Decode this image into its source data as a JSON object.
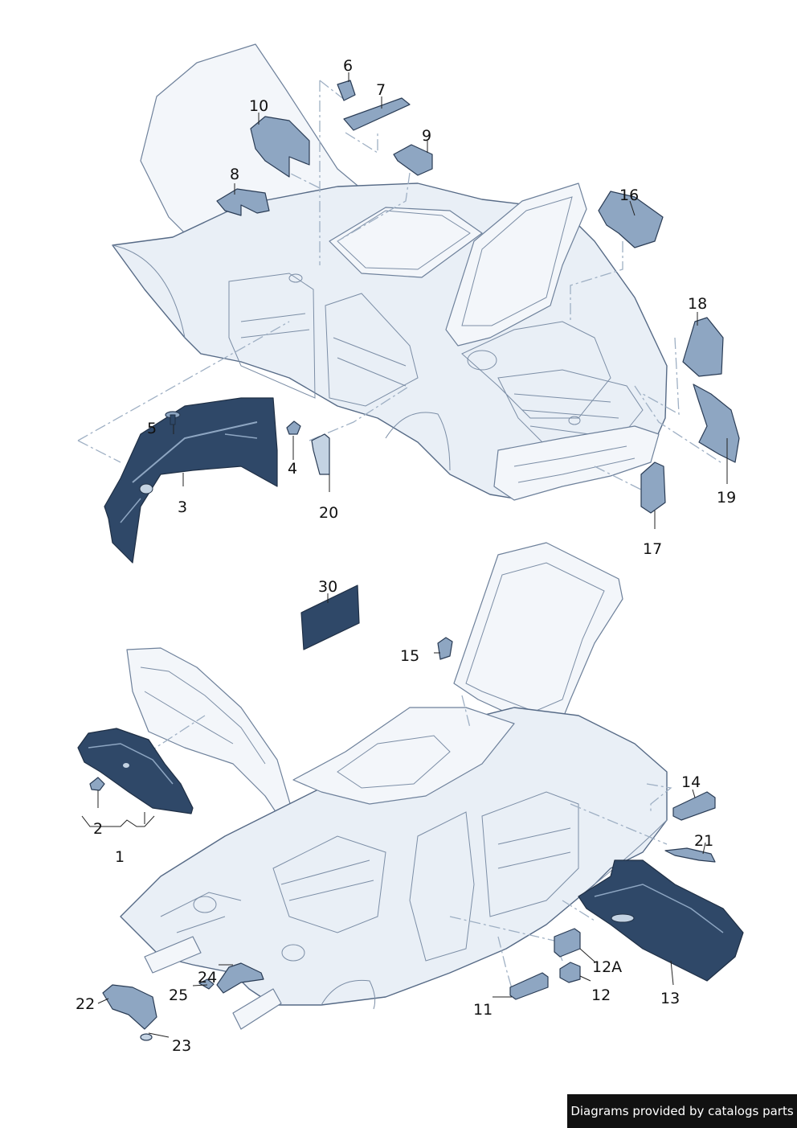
{
  "callouts": {
    "c1": "1",
    "c2": "2",
    "c3": "3",
    "c4": "4",
    "c5": "5",
    "c6": "6",
    "c7": "7",
    "c8": "8",
    "c9": "9",
    "c10": "10",
    "c11": "11",
    "c12": "12",
    "c12a": "12A",
    "c13": "13",
    "c14": "14",
    "c15": "15",
    "c16": "16",
    "c17": "17",
    "c18": "18",
    "c19": "19",
    "c20": "20",
    "c21": "21",
    "c22": "22",
    "c23": "23",
    "c24": "24",
    "c25": "25",
    "c30": "30"
  },
  "footer": {
    "text": "Diagrams provided by catalogs parts"
  },
  "colors": {
    "background": "#ffffff",
    "body_outline": "#566a86",
    "body_fill": "#e9eff6",
    "part_dark": "#2f4868",
    "part_mid": "#8ea6c2",
    "footer_bg": "#111111",
    "footer_text": "#ffffff"
  }
}
